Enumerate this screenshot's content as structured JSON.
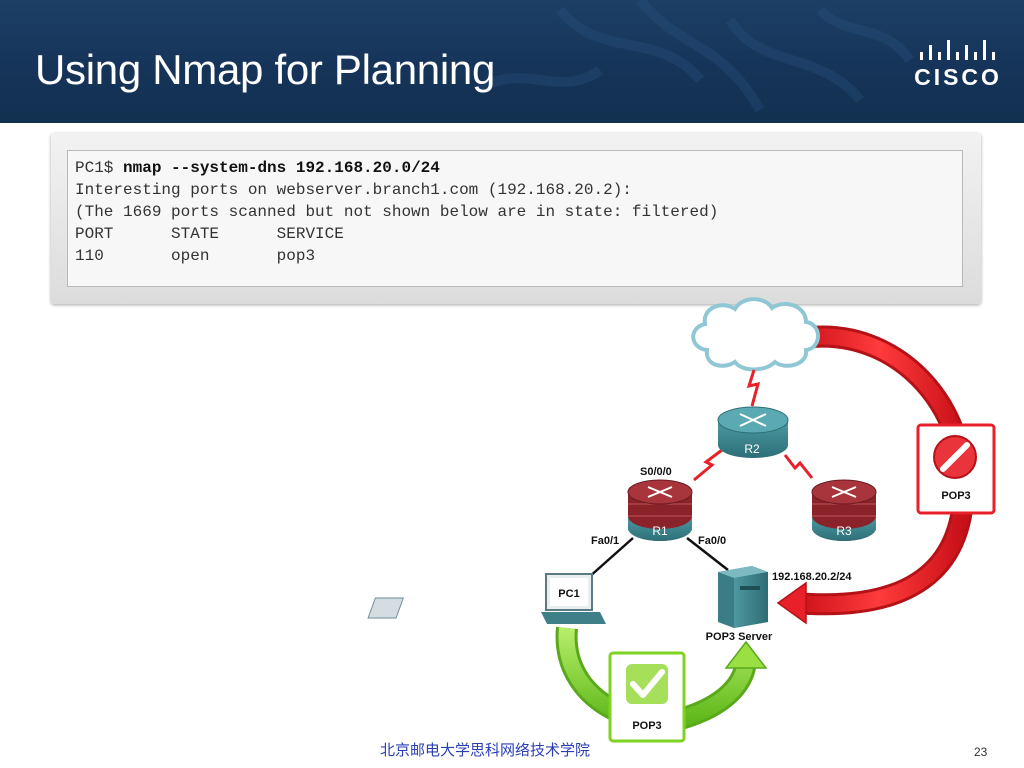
{
  "slide": {
    "title": "Using Nmap for Planning",
    "logo_text": "CISCO",
    "footer_text": "北京邮电大学思科网络技术学院",
    "page_number": "23"
  },
  "console": {
    "prompt": "PC1$ ",
    "command": "nmap --system-dns 192.168.20.0/24",
    "lines": [
      "Interesting ports on webserver.branch1.com (192.168.20.2):",
      "(The 1669 ports scanned but not shown below are in state: filtered)",
      "PORT      STATE      SERVICE",
      "110       open       pop3"
    ]
  },
  "diagram": {
    "routers": [
      "R1",
      "R2",
      "R3"
    ],
    "interfaces": {
      "r1_serial": "S0/0/0",
      "r1_left": "Fa0/1",
      "r1_right": "Fa0/0"
    },
    "pc_label": "PC1",
    "server_label": "POP3 Server",
    "server_ip": "192.168.20.2/24",
    "blocked_label": "POP3",
    "allowed_label": "POP3"
  },
  "colors": {
    "header_bg": "#163459",
    "router_teal": "#3f8a93",
    "firewall_red": "#9a2a2e",
    "blocked_arrow": "#e8202a",
    "allowed_arrow": "#7ed321",
    "footer_text": "#2b3fb5"
  }
}
